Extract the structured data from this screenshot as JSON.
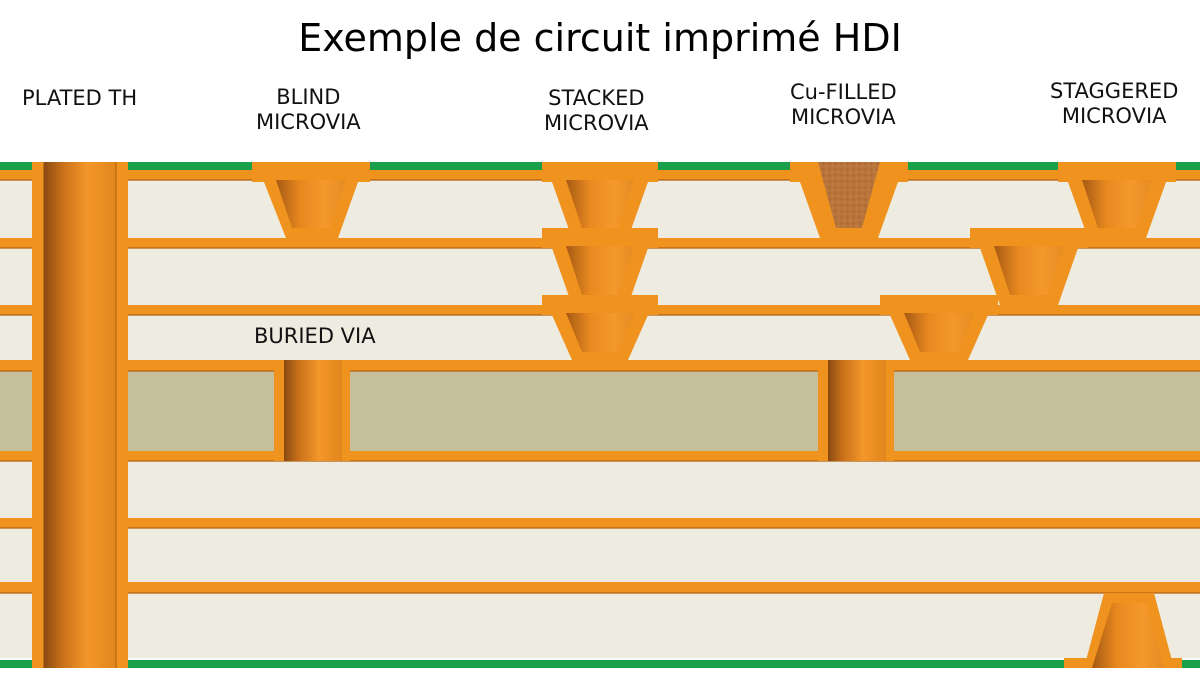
{
  "title": "Exemple de circuit imprimé HDI",
  "labels": {
    "plated_th": [
      "PLATED TH"
    ],
    "blind": [
      "BLIND",
      "MICROVIA"
    ],
    "stacked": [
      "STACKED",
      "MICROVIA"
    ],
    "cu_filled": [
      "Cu-FILLED",
      "MICROVIA"
    ],
    "staggered": [
      "STAGGERED",
      "MICROVIA"
    ],
    "buried": [
      "BURIED VIA"
    ]
  },
  "colors": {
    "copper": "#f0931e",
    "copper_dark": "#c46a12",
    "solder_mask": "#1aa04a",
    "prepreg": "#eeebe0",
    "core": "#c6bf9b",
    "filled": "#b8743a"
  }
}
